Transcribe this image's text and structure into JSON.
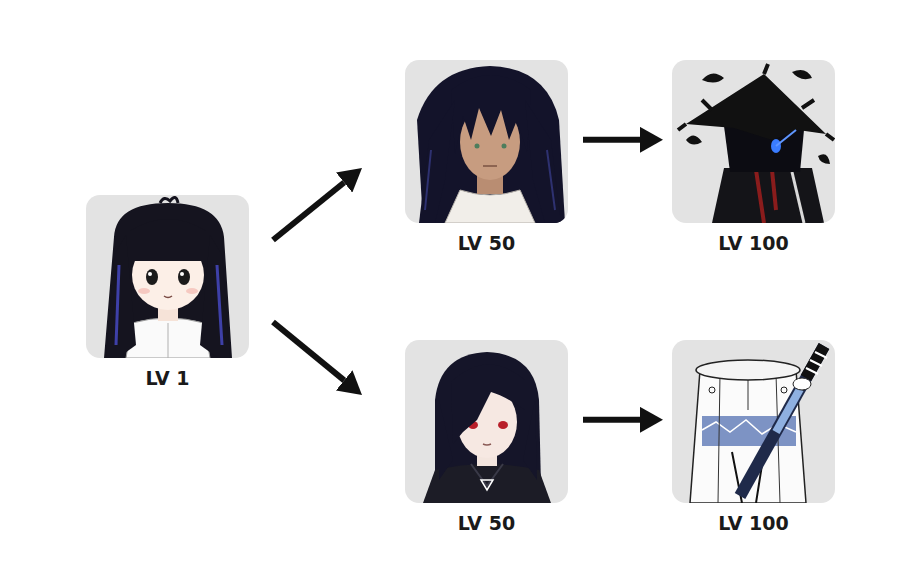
{
  "diagram": {
    "nodes": [
      {
        "text": [
          "LV 1"
        ]
      },
      {
        "text": [
          "LV 50"
        ]
      },
      {
        "text": [
          "LV 100"
        ]
      },
      {
        "text": [
          "LV 50"
        ]
      },
      {
        "text": [
          "LV 100"
        ]
      }
    ],
    "edges": [
      {
        "from": 0,
        "to": 1,
        "arrow": "to"
      },
      {
        "from": 0,
        "to": 3,
        "arrow": "to"
      },
      {
        "from": 1,
        "to": 2,
        "arrow": "to"
      },
      {
        "from": 3,
        "to": 4,
        "arrow": "to"
      }
    ]
  }
}
